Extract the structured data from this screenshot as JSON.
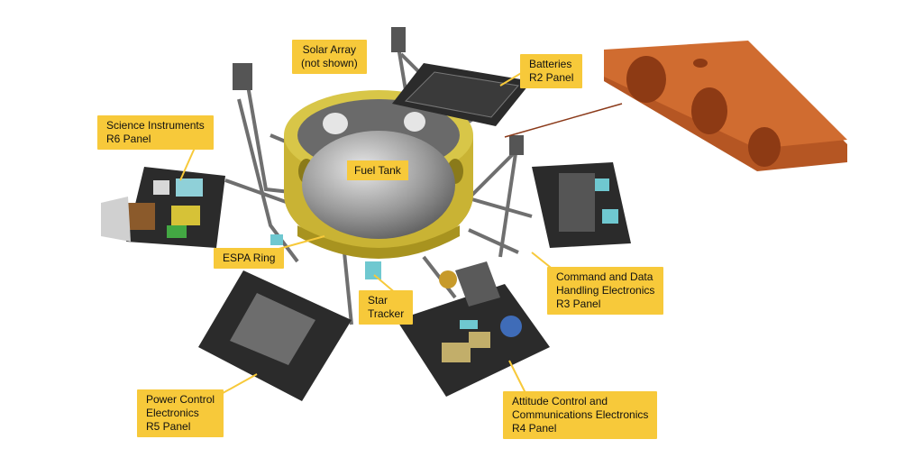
{
  "colors": {
    "label_bg": "#f7c93a",
    "ring_gold": "#c9b334",
    "panel_dark": "#2b2b2b",
    "strut_gray": "#6f6f6f",
    "clamp_orange": "#c8642c",
    "tank_gray": "#9a9a9a",
    "leader_line": "#f7c93a",
    "clamp_leader": "#8b3a1a"
  },
  "labels": {
    "solar_array": [
      "Solar Array",
      "(not shown)"
    ],
    "batteries": [
      "Batteries",
      "R2 Panel"
    ],
    "science": [
      "Science Instruments",
      "R6 Panel"
    ],
    "fuel_tank": [
      "Fuel Tank"
    ],
    "espa_ring": [
      "ESPA Ring"
    ],
    "star_tracker": [
      "Star",
      "Tracker"
    ],
    "cdh": [
      "Command and Data",
      "Handling Electronics",
      "R3 Panel"
    ],
    "power": [
      "Power Control",
      "Electronics",
      "R5 Panel"
    ],
    "acs": [
      "Attitude Control and",
      "Communications Electronics",
      "R4 Panel"
    ]
  }
}
